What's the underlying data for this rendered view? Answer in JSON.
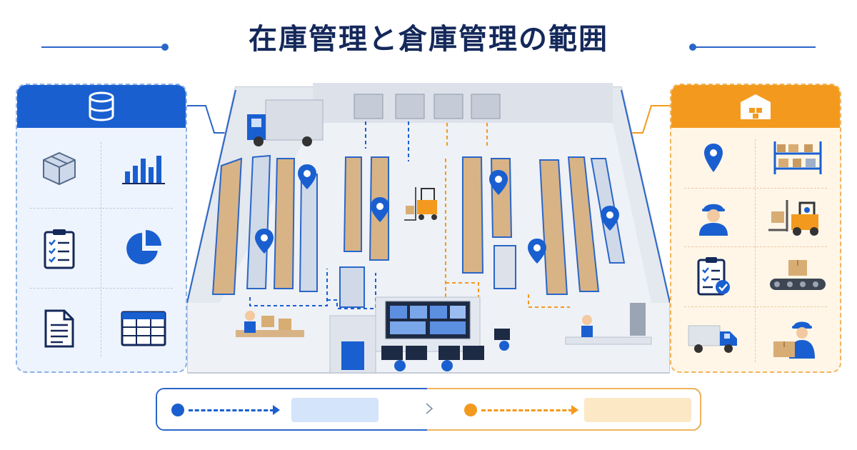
{
  "title": "在庫管理と倉庫管理の範囲",
  "colors": {
    "inventory_blue": "#1a5fd0",
    "warehouse_orange": "#f39a1e",
    "title_navy": "#14285a"
  },
  "left_panel": {
    "header_icon": "database-icon",
    "items": [
      {
        "icon": "package-box-icon"
      },
      {
        "icon": "bar-chart-icon"
      },
      {
        "icon": "checklist-clipboard-icon"
      },
      {
        "icon": "pie-chart-icon"
      },
      {
        "icon": "document-icon"
      },
      {
        "icon": "spreadsheet-table-icon"
      }
    ]
  },
  "right_panel": {
    "header_icon": "warehouse-icon",
    "items": [
      {
        "icon": "location-pin-icon"
      },
      {
        "icon": "storage-rack-icon"
      },
      {
        "icon": "worker-icon"
      },
      {
        "icon": "forklift-icon"
      },
      {
        "icon": "checked-clipboard-icon"
      },
      {
        "icon": "conveyor-belt-icon"
      },
      {
        "icon": "delivery-truck-icon"
      },
      {
        "icon": "worker-carrying-box-icon"
      }
    ]
  },
  "legend": {
    "left_marker": "inventory-flow-marker",
    "right_marker": "warehouse-flow-marker"
  }
}
